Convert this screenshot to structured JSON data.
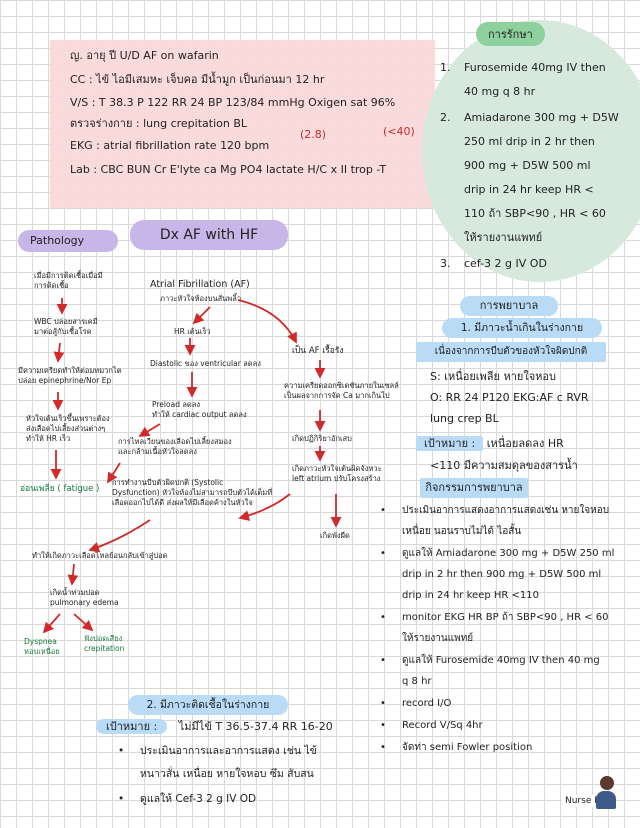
{
  "case": {
    "lines": [
      "ญ. อายุ ปี U/D AF on wafarin",
      "CC : ไข้ ไอมีเสมหะ เจ็บคอ มีน้ำมูก เป็นก่อนมา 12 hr",
      "V/S : T 38.3 P 122 RR 24  BP 123/84 mmHg Oxigen sat 96%",
      "ตรวจร่างกาย : lung crepitation BL",
      "EKG : atrial fibrillation rate 120 bpm",
      "Lab : CBC BUN Cr E'lyte ca Mg PO4  lactate H/C x II trop -T"
    ],
    "anno1": "(2.8)",
    "anno2": "(<40)"
  },
  "treatment": {
    "title": "การรักษา",
    "items": [
      {
        "num": "1.",
        "lines": [
          "Furosemide 40mg IV then",
          "40 mg q 8 hr"
        ]
      },
      {
        "num": "2.",
        "lines": [
          "Amiadarone 300 mg + D5W",
          "250 ml drip in 2 hr then",
          "900 mg + D5W 500 ml",
          "drip in 24 hr keep HR <",
          "110 ถ้า SBP<90 , HR < 60",
          "ให้รายงานแพทย์"
        ]
      },
      {
        "num": "3.",
        "lines": [
          "cef-3 2 g IV OD"
        ]
      }
    ]
  },
  "pathology_label": "Pathology",
  "dx_label": "Dx AF with HF",
  "patho": {
    "left1": [
      "เมื่อมีการติดเชื้อเมื่อมี",
      "การติดเชื้อ"
    ],
    "left2": [
      "WBC ปล่อยสารเคมี",
      "มาต่อสู้กับเชื้อโรค"
    ],
    "left3": [
      "มีความเครียดทำให้ต่อมหมวกไต",
      "ปล่อย epinephrine/Nor Ep"
    ],
    "left4": [
      "หัวใจเต้นเร็วขึ้นเพราะต้อง",
      "ส่งเลือดไปเลี้ยงส่วนต่างๆ",
      "ทำให้ HR เร็ว"
    ],
    "fatigue": "อ่อนเพลีย ( fatigue )",
    "af1": "Atrial Fibrillation (AF)",
    "af2": "ภาวะหัวใจห้องบนสั่นพลิ้ว",
    "hr": "HR เต้นเร็ว",
    "diastolic": "Diastolic ของ ventricular ลดลง",
    "preload": [
      "Preload ลดลง",
      "ทำให้ cardiac output ลดลง"
    ],
    "flow": [
      "การไหลเวียนของเลือดไปเลี้ยงสมอง",
      "และกล้ามเนื้อหัวใจลดลง"
    ],
    "systolic": [
      "การทำงานบีบตัวผิดปกติ (Systolic",
      "Dysfunction) หัวใจห้องไม่สามารถบีบตัวได้เต็มที่",
      "เลือดออกไปได้ดี ส่งผลให้มีเลือดค้างในหัวใจ"
    ],
    "right1": "เป็น AF เรื้อรัง",
    "right2": [
      "ความเครียดออกซิเดชันภายในเซลล์",
      "เป็นผลจากการจัด Ca มากเกินไป"
    ],
    "right3": "เกิดปฏิกิริยาอักเสบ",
    "right4": [
      "เกิดภาวะหัวใจเต้นผิดจังหวะ",
      "left atrium ปรับโครงสร้าง"
    ],
    "right5": "เกิดพังผืด",
    "backflow": "ทำให้เกิดภาวะเลือดไหลย้อนกลับเข้าสู่ปอด",
    "edema": [
      "เกิดน้ำท่วมปอด",
      "pulmonary edema"
    ],
    "dyspnea": [
      "Dyspnea",
      "หอบเหนื่อย"
    ],
    "crep": [
      "ฟังปอดเสียง",
      "crepitation"
    ]
  },
  "nursing": {
    "title": "การพยาบาล",
    "problem1": "1.  มีภาวะน้ำเกินในร่างกาย",
    "reason": "เนื่องจากการบีบตัวของหัวใจผิดปกติ",
    "s": "S: เหนื่อยเพลีย หายใจหอบ",
    "o1": "O: RR 24 P120 EKG:AF c RVR",
    "o2": "lung crep BL",
    "goal_label": "เป้าหมาย :",
    "goal_text": "เหนื่อยลดลง HR",
    "goal2": "<110 มีความสมดุลของสารน้ำ",
    "activities_label": "กิจกรรมการพยาบาล",
    "activities": [
      [
        "ประเมินอาการแสดงอาการแสดงเช่น หายใจหอบ",
        "เหนื่อย นอนราบไม่ได้ ไอสั้น"
      ],
      [
        "ดูแลให้ Amiadarone 300 mg + D5W 250 ml",
        "drip in 2 hr then 900 mg + D5W 500 ml",
        "drip in 24 hr keep HR <110"
      ],
      [
        "monitor EKG HR BP ถ้า SBP<90 , HR < 60",
        "ให้รายงานแพทย์"
      ],
      [
        "ดูแลให้ Furosemide 40mg IV then 40 mg",
        "q 8 hr"
      ],
      [
        "record I/O"
      ],
      [
        "Record V/Sq 4hr"
      ],
      [
        "จัดท่า semi Fowler position"
      ]
    ]
  },
  "problem2": {
    "title": "2.  มีภาวะติดเชื้อในร่างกาย",
    "goal_label": "เป้าหมาย :",
    "goal_text": "ไม่มีไข้ T 36.5-37.4 RR 16-20",
    "bullets": [
      [
        "ประเมินอาการและอาการแสดง เช่น ไข้",
        "หนาวสั่น เหนื่อย หายใจหอบ ซึม สับสน"
      ],
      [
        "ดูแลให้ Cef-3 2 g IV OD"
      ]
    ]
  },
  "signature": "Nurse ER"
}
